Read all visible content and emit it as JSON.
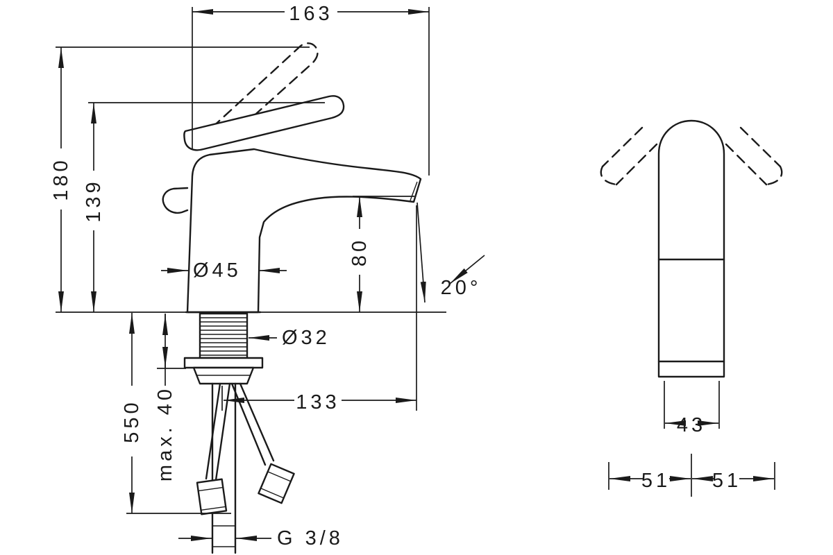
{
  "colors": {
    "line": "#1a1a1a",
    "background": "#ffffff"
  },
  "side_view": {
    "dims": {
      "overall_depth": "163",
      "total_height": "180",
      "handle_height": "139",
      "spout_height": "80",
      "base_diameter": "Ø45",
      "shank_diameter": "Ø32",
      "spout_reach": "133",
      "max_mounting": "max. 40",
      "hose_length": "550",
      "spout_angle": "20°",
      "connection_thread": "G 3/8"
    }
  },
  "front_view": {
    "dims": {
      "body_width": "43",
      "swivel_left": "51",
      "swivel_right": "51"
    }
  }
}
